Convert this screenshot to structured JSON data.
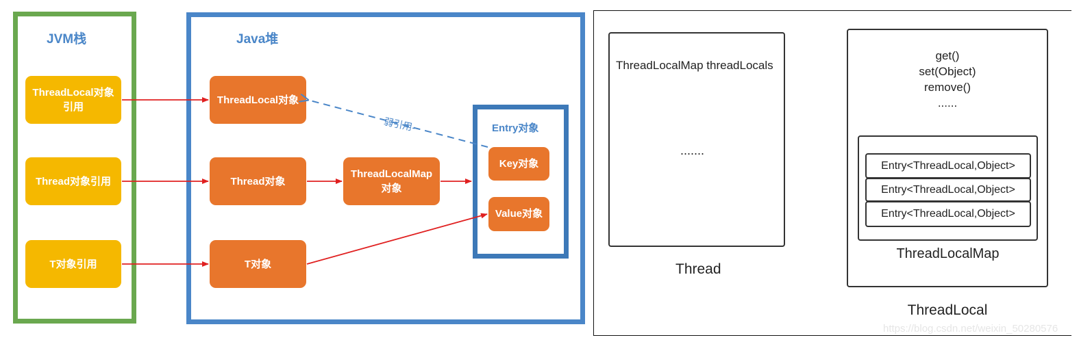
{
  "left": {
    "jvm_title": "JVM栈",
    "heap_title": "Java堆",
    "stack_items": [
      "ThreadLocal对象引用",
      "Thread对象引用",
      "T对象引用"
    ],
    "heap_items": {
      "threadlocal": "ThreadLocal对象",
      "thread": "Thread对象",
      "threadlocalmap": "ThreadLocalMap对象",
      "t": "T对象"
    },
    "entry": {
      "title": "Entry对象",
      "key": "Key对象",
      "value": "Value对象"
    },
    "weak_ref_label": "弱引用-"
  },
  "right": {
    "thread_field": "ThreadLocalMap threadLocals",
    "thread_ellipsis": ".......",
    "thread_label": "Thread",
    "methods": [
      "get()",
      "set(Object)",
      "remove()",
      "......"
    ],
    "entries": [
      "Entry<ThreadLocal,Object>",
      "Entry<ThreadLocal,Object>",
      "Entry<ThreadLocal,Object>"
    ],
    "map_label": "ThreadLocalMap",
    "threadlocal_label": "ThreadLocal",
    "watermark": "https://blog.csdn.net/weixin_50280576"
  },
  "colors": {
    "jvm_frame": "#6aa84f",
    "heap_frame": "#4a86c8",
    "stack_box": "#f5b800",
    "heap_box": "#e8762c",
    "strong_arrow": "#e02020",
    "weak_arrow": "#4a86c8"
  }
}
